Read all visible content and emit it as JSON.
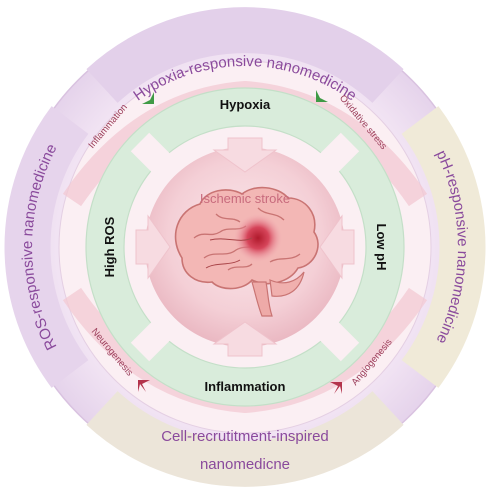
{
  "outer_ring": {
    "top": "Hypoxia-responsive nanomedicine",
    "right": "pH-responsive nanomedicine",
    "bottom_line1": "Cell-recrutitment-inspired",
    "bottom_line2": "nanomedicne",
    "left": "ROS-responsive nanomedicine"
  },
  "inner_ring": {
    "top": "Hypoxia",
    "right": "Low pH",
    "bottom": "Inflammation",
    "left": "High ROS"
  },
  "bridges": {
    "top_left": "Inflammation",
    "top_right": "Oxidative stress",
    "bottom_left": "Neurogenesis",
    "bottom_right": "Angiogenesis"
  },
  "center": {
    "title": "Ischemic stroke"
  },
  "colors": {
    "outer_ring": "#eadcf0",
    "outer_text": "#8a4a9c",
    "inner_ring": "#d7ecd9",
    "center": "#f6d9de",
    "bridge_text": "#9b3d5a",
    "green_arrow": "#3f9a45",
    "red_arrow": "#b3344c"
  }
}
